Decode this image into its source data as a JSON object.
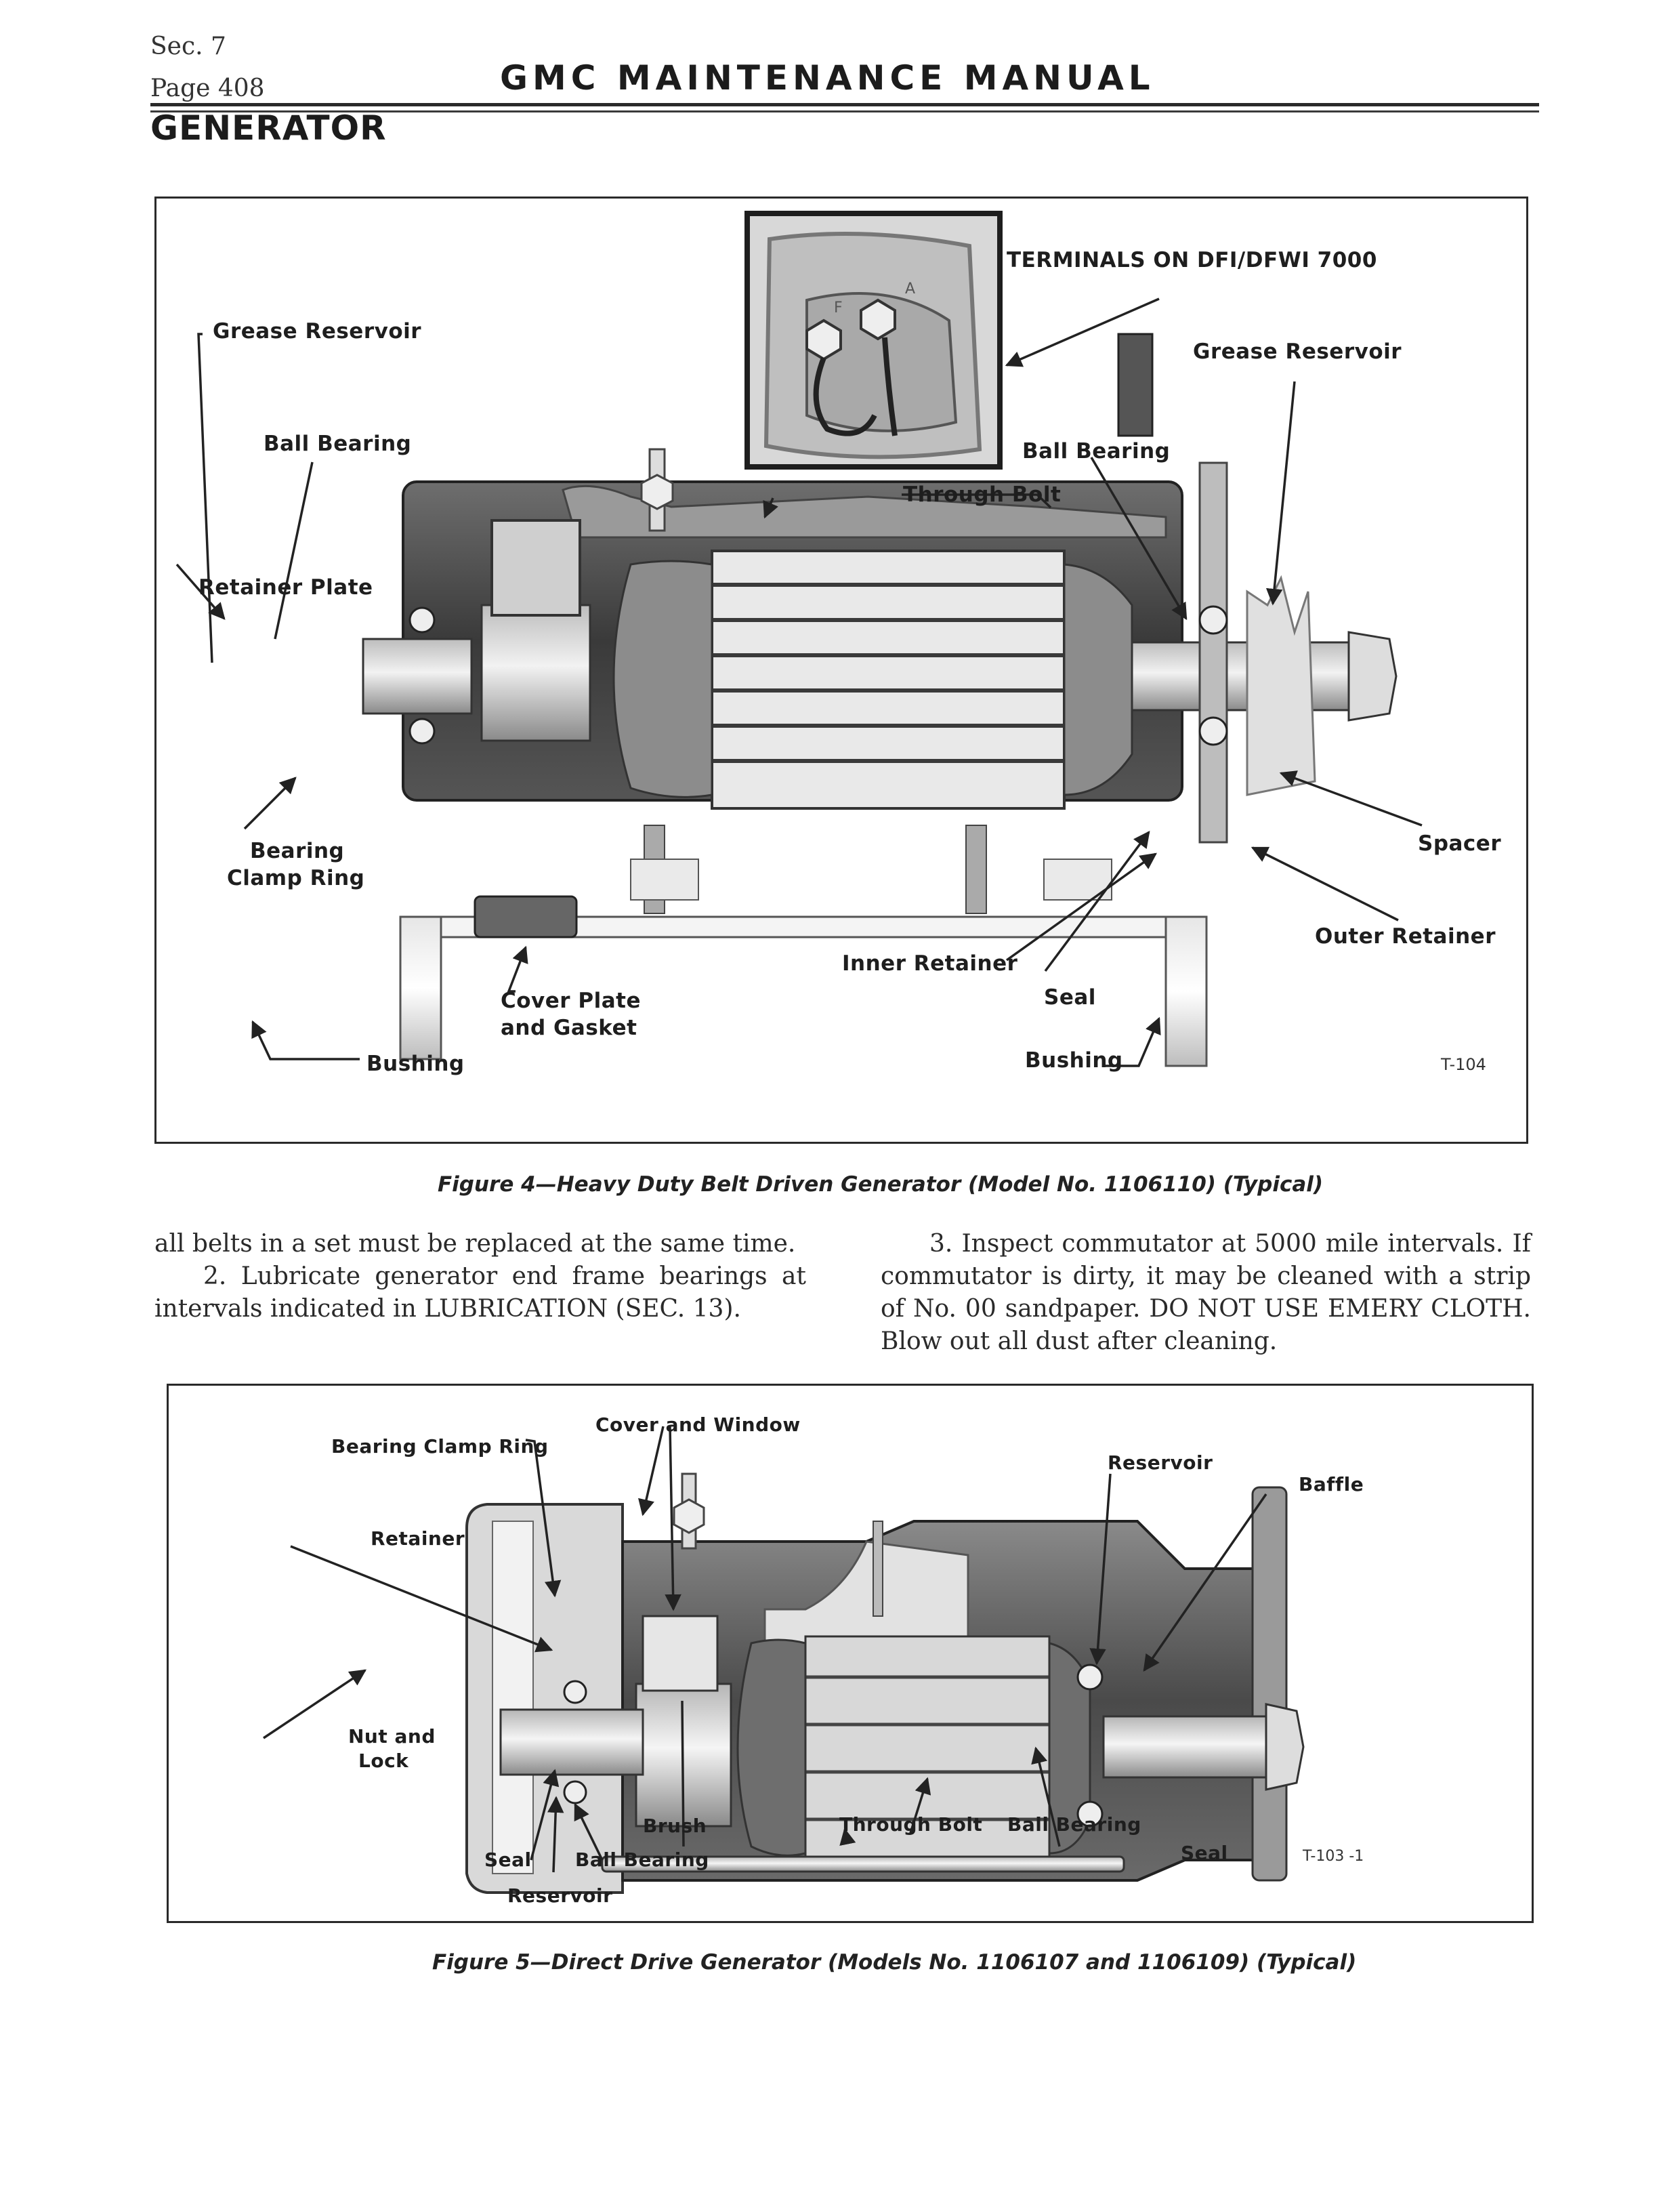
{
  "header": {
    "section": "Sec. 7",
    "page": "Page 408",
    "manual_title": "GMC MAINTENANCE MANUAL",
    "section_title": "GENERATOR"
  },
  "figure4": {
    "caption": "Figure 4—Heavy Duty Belt Driven Generator (Model No. 1106110) (Typical)",
    "code": "T-104",
    "inset_label": "TERMINALS ON DFI/DFWI 7000",
    "inset_terminal_marks": [
      "F",
      "A"
    ],
    "labels": {
      "grease_reservoir_left": "Grease Reservoir",
      "ball_bearing_left": "Ball Bearing",
      "retainer_plate": "Retainer Plate",
      "bearing_clamp_ring_line1": "Bearing",
      "bearing_clamp_ring_line2": "Clamp Ring",
      "cover_plate_line1": "Cover Plate",
      "cover_plate_line2": "and Gasket",
      "bushing_left": "Bushing",
      "through_bolt": "Through Bolt",
      "ball_bearing_right": "Ball Bearing",
      "grease_reservoir_right": "Grease Reservoir",
      "spacer": "Spacer",
      "outer_retainer": "Outer Retainer",
      "inner_retainer": "Inner Retainer",
      "seal": "Seal",
      "bushing_right": "Bushing"
    }
  },
  "body_text": {
    "left_para1": "all belts in a set must be replaced at the same time.",
    "left_para2": "2. Lubricate generator end frame bearings at intervals indicated in LUBRICATION (SEC. 13).",
    "right_para1": "3. Inspect commutator at 5000 mile intervals. If commutator is dirty, it may be cleaned with a strip of No. 00 sandpaper. DO NOT USE EMERY CLOTH. Blow out all dust after cleaning."
  },
  "figure5": {
    "caption": "Figure 5—Direct Drive Generator (Models No. 1106107 and 1106109) (Typical)",
    "code": "T-103 -1",
    "labels": {
      "cover_and_window": "Cover and Window",
      "bearing_clamp_ring": "Bearing Clamp Ring",
      "retainer": "Retainer",
      "nut_and_lock_line1": "Nut and",
      "nut_and_lock_line2": "Lock",
      "seal_left": "Seal",
      "reservoir_bottom": "Reservoir",
      "ball_bearing_left": "Ball Bearing",
      "brush": "Brush",
      "through_bolt": "Through Bolt",
      "ball_bearing_right": "Ball Bearing",
      "seal_right": "Seal",
      "reservoir_top": "Reservoir",
      "baffle": "Baffle"
    }
  }
}
